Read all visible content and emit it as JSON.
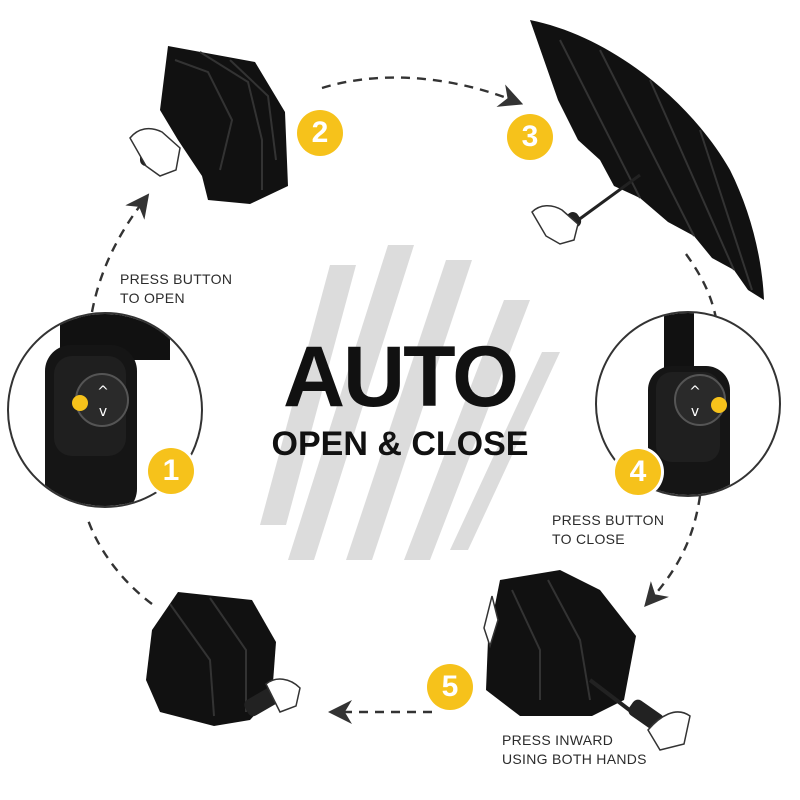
{
  "headline": {
    "title": "AUTO",
    "subtitle": "OPEN & CLOSE"
  },
  "captions": {
    "open": [
      "PRESS BUTTON",
      "TO OPEN"
    ],
    "close": [
      "PRESS BUTTON",
      "TO CLOSE"
    ],
    "press_inward": [
      "PRESS INWARD",
      "USING BOTH HANDS"
    ]
  },
  "steps": [
    "1",
    "2",
    "3",
    "4",
    "5"
  ],
  "colors": {
    "accent": "#f6c21b",
    "umbrella": "#111111",
    "stripes": "#dcdcdc",
    "arrows": "#333333"
  },
  "icons": [
    "folded-umbrella-icon",
    "open-umbrella-icon",
    "handle-button-icon",
    "hand-icon",
    "dashed-arrow-icon"
  ]
}
